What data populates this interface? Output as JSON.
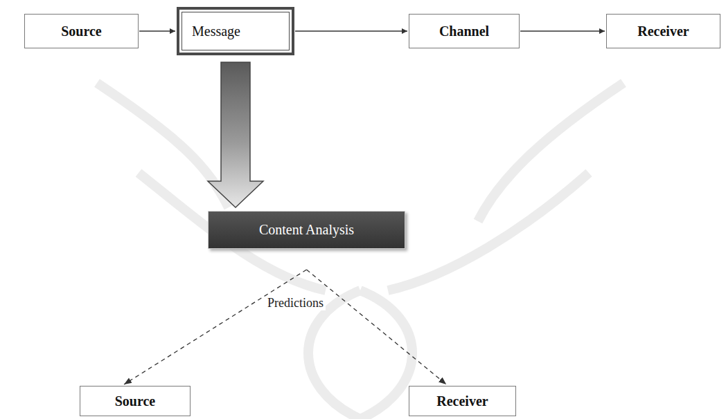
{
  "diagram": {
    "nodes": [
      {
        "text": [
          "Source"
        ]
      },
      {
        "text": [
          "Message"
        ]
      },
      {
        "text": [
          "Channel"
        ]
      },
      {
        "text": [
          "Receiver"
        ]
      },
      {
        "text": [
          "Content Analysis"
        ]
      },
      {
        "text": [
          "Source"
        ]
      },
      {
        "text": [
          "Receiver"
        ]
      }
    ],
    "edges": [
      {
        "from": 0,
        "to": 1,
        "arrow": "to"
      },
      {
        "from": 1,
        "to": 2,
        "arrow": "to"
      },
      {
        "from": 2,
        "to": 3,
        "arrow": "to"
      },
      {
        "from": 1,
        "to": 4,
        "arrow": "to"
      },
      {
        "from": 4,
        "to": 5,
        "arrow": "to"
      },
      {
        "from": 4,
        "to": 6,
        "arrow": "to"
      }
    ],
    "labels": [
      "Predictions"
    ]
  }
}
